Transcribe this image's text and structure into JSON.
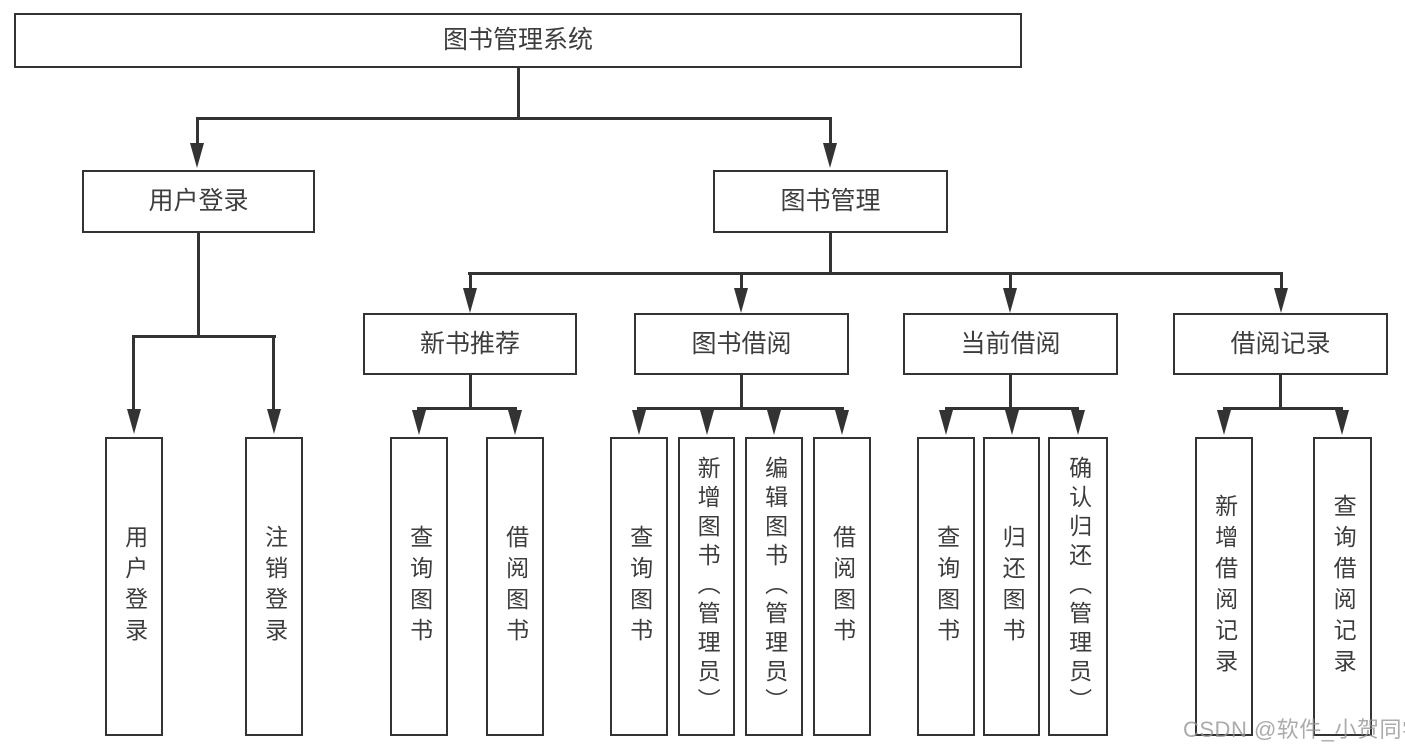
{
  "diagram": {
    "root": "图书管理系统",
    "level2": {
      "user_login": "用户登录",
      "book_mgmt": "图书管理"
    },
    "level3": {
      "new_book": "新书推荐",
      "book_borrow": "图书借阅",
      "current_borrow": "当前借阅",
      "borrow_record": "借阅记录"
    },
    "leaves": {
      "user_login": [
        "用户登录",
        "注销登录"
      ],
      "new_book": [
        "查询图书",
        "借阅图书"
      ],
      "book_borrow": [
        "查询图书",
        "新增图书（管理员）",
        "编辑图书（管理员）",
        "借阅图书"
      ],
      "current_borrow": [
        "查询图书",
        "归还图书",
        "确认归还（管理员）"
      ],
      "borrow_record": [
        "新增借阅记录",
        "查询借阅记录"
      ]
    }
  },
  "watermark": "CSDN @软件_小贺同学",
  "colors": {
    "line": "#333333",
    "text": "#3d3d3d",
    "background": "#ffffff",
    "watermark": "#969696"
  }
}
